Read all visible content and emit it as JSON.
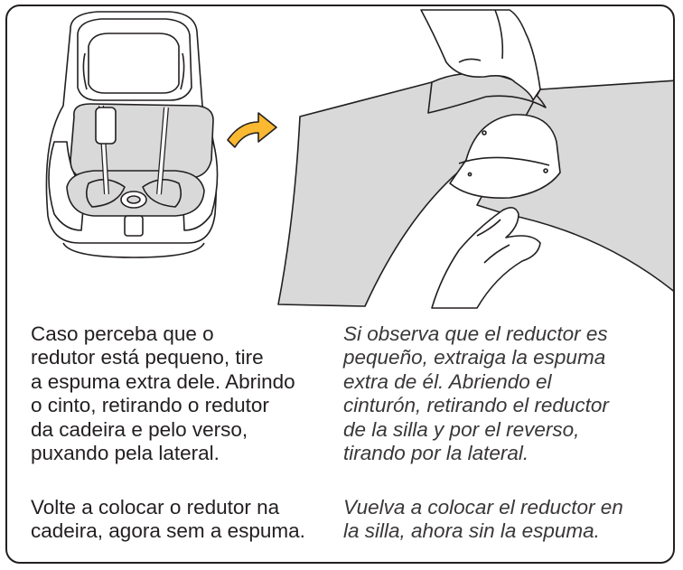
{
  "instructions": {
    "pt": {
      "paragraph_1": [
        "Caso perceba que o",
        "redutor está pequeno, tire",
        "a espuma extra dele. Abrindo",
        "o cinto, retirando o redutor",
        "da cadeira e pelo verso,",
        "puxando pela lateral."
      ],
      "paragraph_2": [
        "Volte a colocar o redutor na",
        "cadeira, agora sem a espuma."
      ]
    },
    "es": {
      "paragraph_1": [
        "Si observa que el reductor es",
        "pequeño, extraiga la espuma",
        "extra de él. Abriendo el",
        "cinturón, retirando el reductor",
        "de la silla y por el reverso,",
        "tirando por la lateral."
      ],
      "paragraph_2": [
        "Vuelva a colocar el reductor en",
        "la silla, ahora sin la espuma."
      ]
    }
  },
  "colors": {
    "line": "#231f20",
    "fill_gray": "#d9d9d9",
    "arrow_yellow": "#fbb931"
  },
  "icons": [
    "car-seat-illustration",
    "arrow-right-icon",
    "hands-removing-foam-illustration"
  ]
}
